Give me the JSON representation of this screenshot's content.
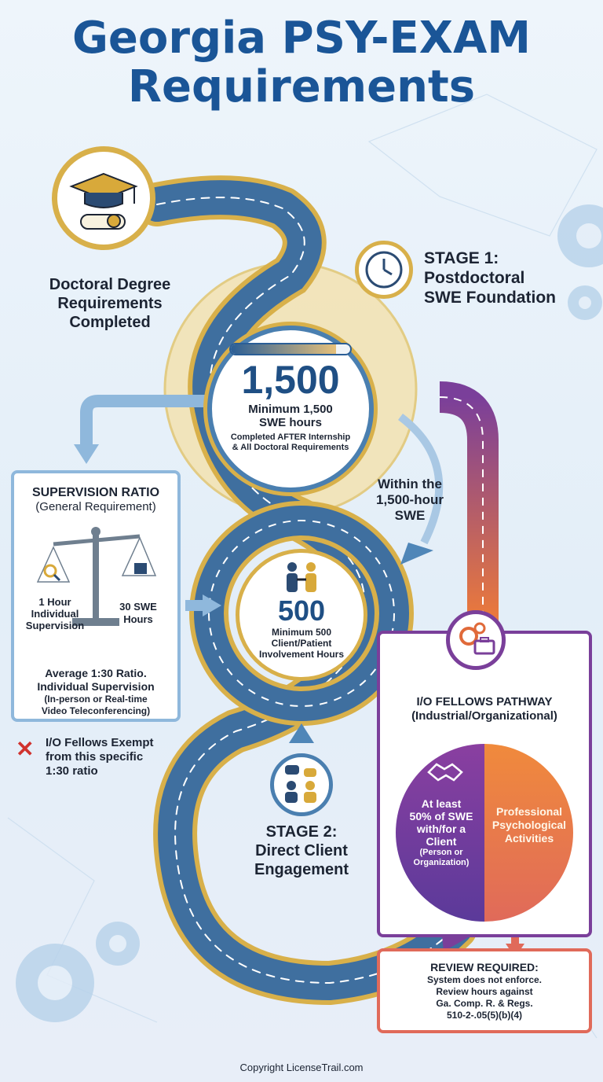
{
  "title": {
    "line1": "Georgia PSY-EXAM",
    "line2": "Requirements"
  },
  "start": {
    "line1": "Doctoral Degree",
    "line2": "Requirements",
    "line3": "Completed"
  },
  "stage1": {
    "line1": "STAGE 1:",
    "line2": "Postdoctoral",
    "line3": "SWE Foundation"
  },
  "hours1500": {
    "value": "1,500",
    "line1": "Minimum 1,500",
    "line2": "SWE hours",
    "note1": "Completed AFTER Internship",
    "note2": "& All Doctoral Requirements",
    "progress": 0.88
  },
  "within": {
    "line1": "Within the",
    "line2": "1,500-hour",
    "line3": "SWE"
  },
  "supervision": {
    "title1": "SUPERVISION RATIO",
    "title2": "(General Requirement)",
    "left1": "1 Hour",
    "left2": "Individual",
    "left3": "Supervision",
    "right1": "30 SWE",
    "right2": "Hours",
    "avg1": "Average 1:30 Ratio.",
    "avg2": "Individual Supervision",
    "avg3": "(In-person or Real-time",
    "avg4": "Video Teleconferencing)"
  },
  "exempt": {
    "line1": "I/O Fellows Exempt",
    "line2": "from this specific",
    "line3": "1:30 ratio"
  },
  "hours500": {
    "value": "500",
    "line1": "Minimum 500",
    "line2": "Client/Patient",
    "line3": "Involvement Hours"
  },
  "stage2": {
    "line1": "STAGE 2:",
    "line2": "Direct Client",
    "line3": "Engagement"
  },
  "io": {
    "title1": "I/O FELLOWS PATHWAY",
    "title2": "(Industrial/Organizational)",
    "left1": "At least",
    "left2": "50% of SWE",
    "left3": "with/for a",
    "left4": "Client",
    "left5": "(Person or",
    "left6": "Organization)",
    "right1": "Professional",
    "right2": "Psychological",
    "right3": "Activities",
    "share": 0.5
  },
  "review": {
    "title": "REVIEW REQUIRED:",
    "line1": "System does not enforce.",
    "line2": "Review hours against",
    "line3": "Ga. Comp. R. & Regs.",
    "line4": "510-2-.05(5)(b)(4)"
  },
  "footer": "Copyright LicenseTrail.com",
  "colors": {
    "navy": "#1a5597",
    "gold": "#d8b04a",
    "blue": "#4a7fb0",
    "purple": "#7a3f9a",
    "orange": "#ec7a3a",
    "sky": "#8fb8dc"
  }
}
